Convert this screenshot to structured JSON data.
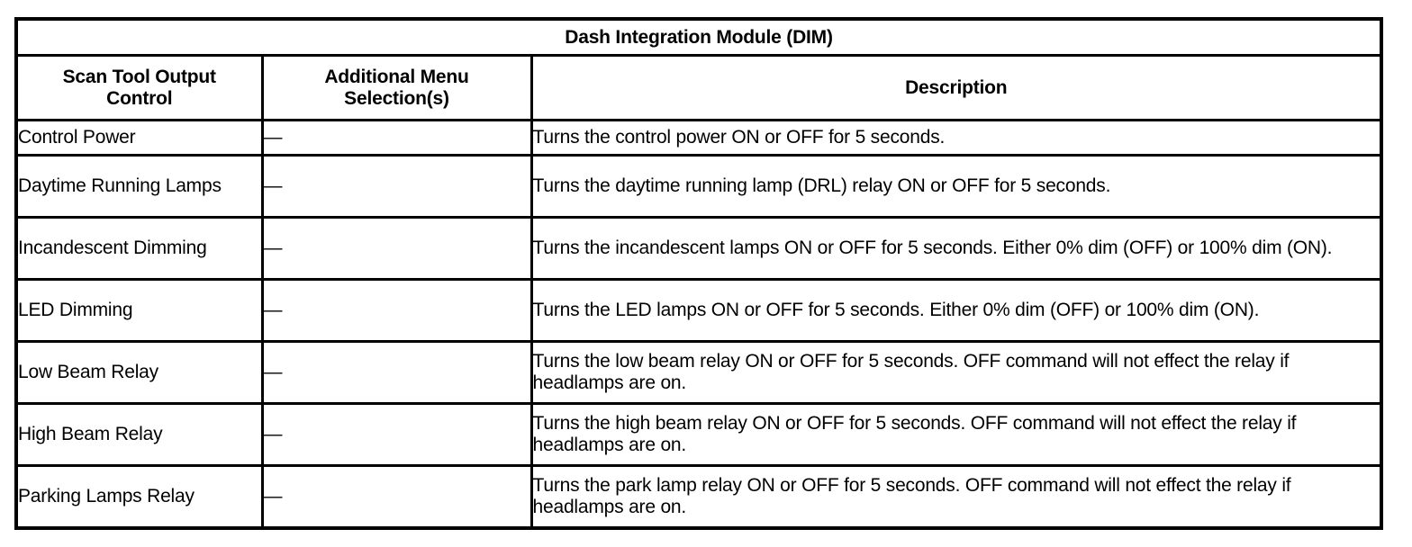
{
  "table": {
    "title": "Dash Integration Module (DIM)",
    "columns": {
      "control": "Scan Tool Output\nControl",
      "control_line1": "Scan Tool Output",
      "control_line2": "Control",
      "menu": "Additional Menu\nSelection(s)",
      "menu_line1": "Additional Menu",
      "menu_line2": "Selection(s)",
      "description": "Description"
    },
    "rows": [
      {
        "control": "Control Power",
        "menu": "—",
        "description": "Turns the control power ON or OFF for 5 seconds."
      },
      {
        "control": "Daytime Running Lamps",
        "menu": "—",
        "description": "Turns the daytime running lamp (DRL) relay ON or OFF for 5 seconds."
      },
      {
        "control": "Incandescent Dimming",
        "menu": "—",
        "description": "Turns the incandescent lamps ON or OFF for 5 seconds. Either 0% dim (OFF) or 100% dim (ON)."
      },
      {
        "control": "LED Dimming",
        "menu": "—",
        "description": "Turns the LED lamps ON or OFF for 5 seconds. Either 0% dim (OFF) or 100% dim (ON)."
      },
      {
        "control": "Low Beam Relay",
        "menu": "—",
        "description": "Turns the low beam relay ON or OFF for 5 seconds. OFF command will not effect the relay if headlamps are on."
      },
      {
        "control": "High Beam Relay",
        "menu": "—",
        "description": "Turns the high beam relay ON or OFF for 5 seconds. OFF command will not effect the relay if headlamps are on."
      },
      {
        "control": "Parking Lamps Relay",
        "menu": "—",
        "description": "Turns the park lamp relay ON or OFF for 5 seconds. OFF command will not effect the relay if headlamps are on."
      }
    ],
    "colors": {
      "border": "#000000",
      "background": "#ffffff",
      "text": "#000000"
    }
  }
}
